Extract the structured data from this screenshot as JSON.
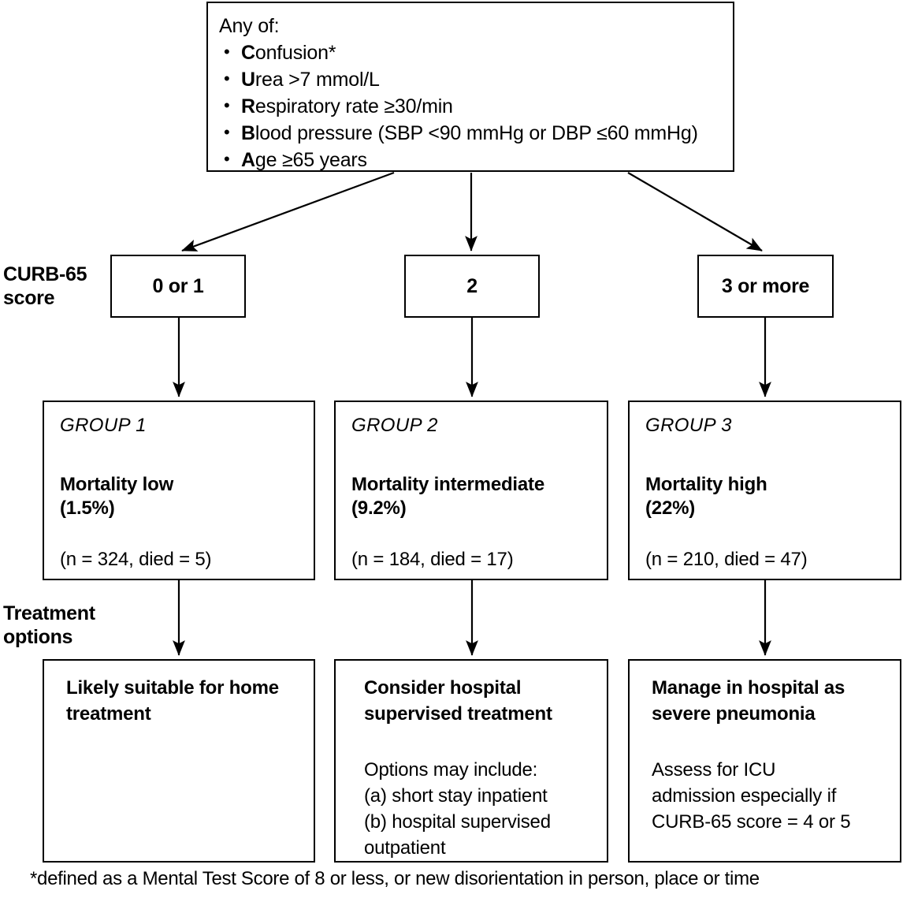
{
  "criteria": {
    "heading": "Any of:",
    "items": [
      {
        "initial": "C",
        "rest": "onfusion*"
      },
      {
        "initial": "U",
        "rest": "rea >7 mmol/L"
      },
      {
        "initial": "R",
        "rest": "espiratory rate ≥30/min"
      },
      {
        "initial": "B",
        "rest": "lood pressure (SBP <90 mmHg or DBP ≤60 mmHg)"
      },
      {
        "initial": "A",
        "rest": "ge ≥65 years"
      }
    ]
  },
  "labels": {
    "curb_score": "CURB-65\nscore",
    "curb_score_line1": "CURB-65",
    "curb_score_line2": "score",
    "treatment_options_line1": "Treatment",
    "treatment_options_line2": "options"
  },
  "scores": [
    {
      "label": "0 or 1"
    },
    {
      "label": "2"
    },
    {
      "label": "3 or more"
    }
  ],
  "groups": [
    {
      "title": "GROUP 1",
      "mortality_line1": "Mortality low",
      "mortality_line2": "(1.5%)",
      "counts": "(n = 324, died = 5)"
    },
    {
      "title": "GROUP 2",
      "mortality_line1": "Mortality intermediate",
      "mortality_line2": "(9.2%)",
      "counts": "(n = 184, died = 17)"
    },
    {
      "title": "GROUP 3",
      "mortality_line1": "Mortality high",
      "mortality_line2": "(22%)",
      "counts": "(n = 210, died = 47)"
    }
  ],
  "treatments": [
    {
      "heading_line1": "Likely suitable for home",
      "heading_line2": "treatment",
      "body": ""
    },
    {
      "heading_line1": "Consider hospital",
      "heading_line2": "supervised treatment",
      "body_line1": "Options may include:",
      "body_line2": "(a) short stay inpatient",
      "body_line3": "(b) hospital supervised",
      "body_line4": "outpatient"
    },
    {
      "heading_line1": "Manage in hospital as",
      "heading_line2": "severe pneumonia",
      "body_line1": "Assess for ICU",
      "body_line2": "admission especially if",
      "body_line3": "CURB-65 score = 4 or 5"
    }
  ],
  "footnote": "*defined as a Mental Test Score of 8 or less, or new disorientation in person, place or time",
  "colors": {
    "stroke": "#000000",
    "background": "#ffffff",
    "text": "#000000"
  }
}
